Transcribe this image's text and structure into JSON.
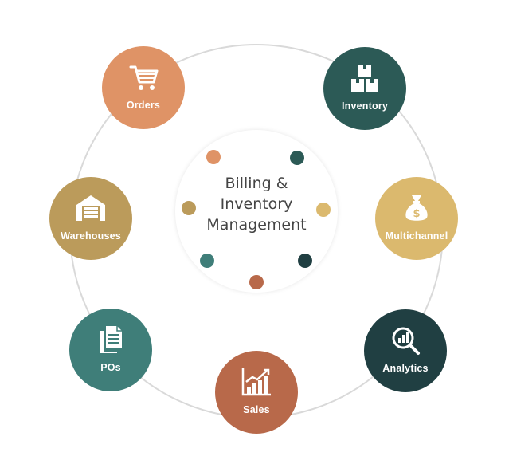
{
  "center": {
    "title_lines": [
      "Billing &",
      "Inventory",
      "Management"
    ]
  },
  "nodes": {
    "orders": {
      "label": "Orders",
      "icon": "shopping-cart-icon",
      "color": "#df9366"
    },
    "inventory": {
      "label": "Inventory",
      "icon": "boxes-icon",
      "color": "#2c5a56"
    },
    "warehouses": {
      "label": "Warehouses",
      "icon": "warehouse-icon",
      "color": "#bb9b5b"
    },
    "multichannel": {
      "label": "Multichannel",
      "icon": "money-bag-icon",
      "color": "#dbb96e"
    },
    "pos": {
      "label": "POs",
      "icon": "documents-icon",
      "color": "#3f7e79"
    },
    "analytics": {
      "label": "Analytics",
      "icon": "magnifier-chart-icon",
      "color": "#203f42"
    },
    "sales": {
      "label": "Sales",
      "icon": "growth-chart-icon",
      "color": "#b8694a"
    }
  },
  "dots": {
    "orange": "#df9366",
    "dark_teal": "#2c5a56",
    "gold": "#bb9b5b",
    "light_gold": "#dbb96e",
    "teal": "#3f7e79",
    "dark_slate": "#203f42",
    "rust": "#b8694a"
  }
}
